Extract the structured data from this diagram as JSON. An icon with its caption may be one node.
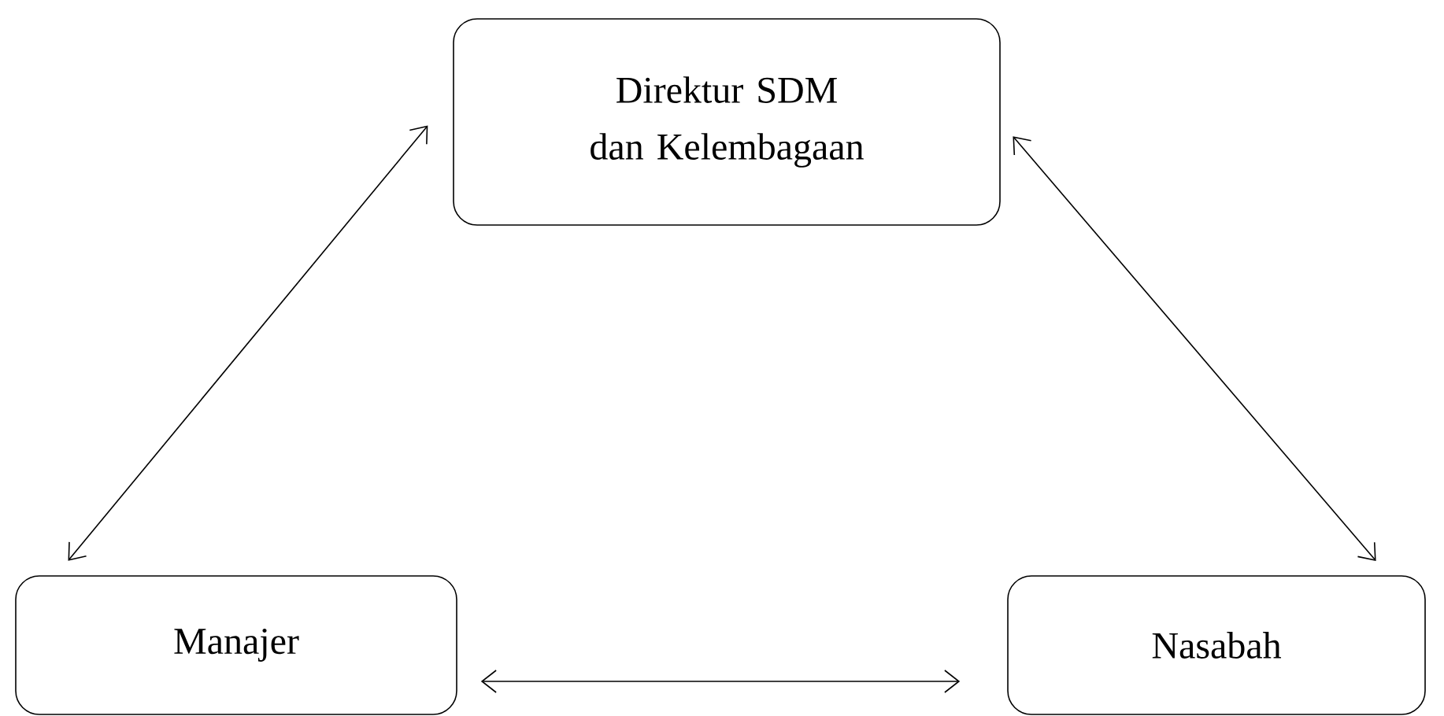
{
  "diagram": {
    "nodes": [
      {
        "text": [
          "Direktur SDM dan Kelembagaan"
        ]
      },
      {
        "text": [
          "Manajer"
        ]
      },
      {
        "text": [
          "Nasabah"
        ]
      }
    ],
    "edges": [
      {
        "from": 0,
        "to": 1,
        "arrow": "both"
      },
      {
        "from": 0,
        "to": 2,
        "arrow": "both"
      },
      {
        "from": 1,
        "to": 2,
        "arrow": "both"
      }
    ]
  }
}
